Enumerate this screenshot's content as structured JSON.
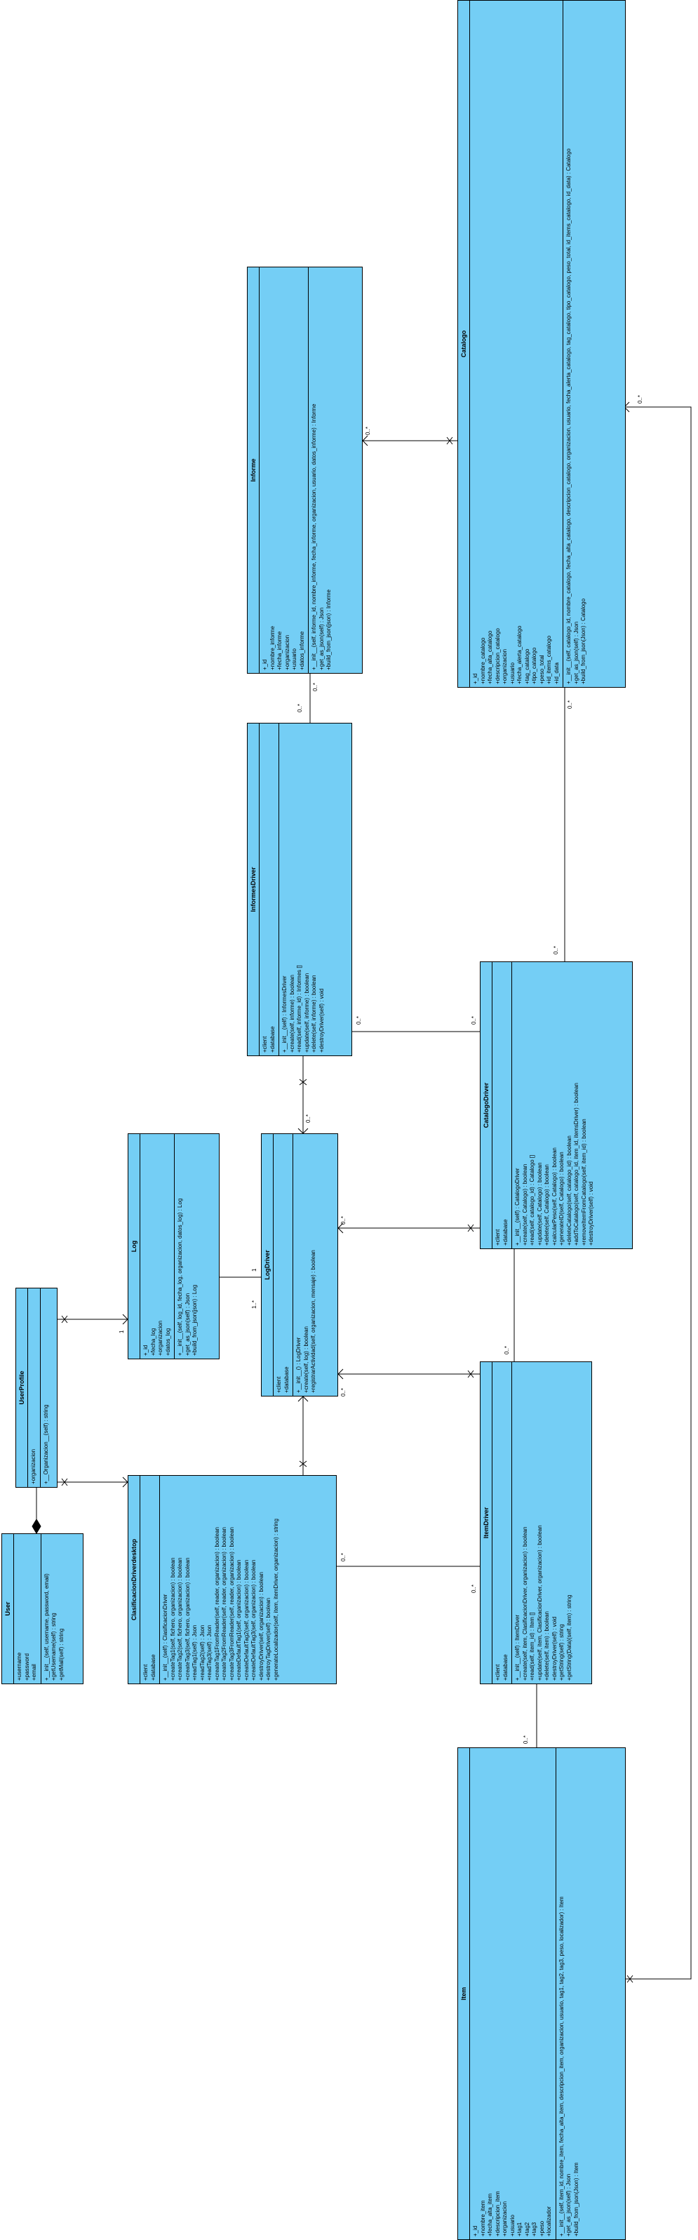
{
  "classes": {
    "catalogo": {
      "name": "Catalogo",
      "attributes": [
        "+_id",
        "+nombre_catalogo",
        "+fecha_alta_catalogo",
        "+descripcion_catalogo",
        "+organizacion",
        "+usuario",
        "+fecha_alerta_catalogo",
        "+tag_catalogo",
        "+tipo_catalogo",
        "+peso_total",
        "+id_items_catalogo",
        "+id_data"
      ],
      "methods": [
        "+__init__(self, catalogo_id, nombre_catalogo, fecha_alta_catalogo, descripcion_catalogo, organizacion, usuario, fecha_alerta_catalogo, tag_catalogo, tipo_catalogo, peso_total, id_items_catalogo, id_data) : Catalogo",
        "+get_as_json(self) : Json",
        "+build_from_json(Json) : Catalogo"
      ]
    },
    "informe": {
      "name": "Informe",
      "attributes": [
        "+_id",
        "+nombre_informe",
        "+fecha_informe",
        "+organizacion",
        "+usuario",
        "+datos_informe"
      ],
      "methods": [
        "+__init__(self, informe_id, nombre_informe, fecha_informe, organizacion, usuario, datos_informe) : Informe",
        "+get_as_json(self) : Json",
        "+build_from_json(json) : Informe"
      ]
    },
    "informesDriver": {
      "name": "InformesDriver",
      "attributes": [
        "+client",
        "+database"
      ],
      "methods": [
        "+__init__(self) : InformesDriver",
        "+create(self, informe) : boolean",
        "+read(self, informe_id) : Informes []",
        "+update(self, informe) : boolean",
        "+delete(self, informe) : boolean",
        "+destroyDriver(self) : void"
      ]
    },
    "catalogoDriver": {
      "name": "CatalogoDriver",
      "attributes": [
        "+client",
        "+database"
      ],
      "methods": [
        "+__init__(self) : CatalogoDriver",
        "+create(self, Catalogo) : boolean",
        "+read(self, catalogo_id) : Catalogo []",
        "+update(self, Catalogo) : boolean",
        "+delete(self, Catalogo) : boolean",
        "+calcularPeso(self, Catalogo) : boolean",
        "+generateID(self, Catalogo) : boolean",
        "+deleteCatalogo(self, catalogo_id) : boolean",
        "+addToCatalogo(self, catalogo_id, item_id, itemsDriver) : boolean",
        "+removeItemFromCatalogo(self, item_id) : boolean",
        "+destroyDriver(self) : void"
      ]
    },
    "log": {
      "name": "Log",
      "attributes": [
        "+_id",
        "+fecha_log",
        "+organizacion",
        "+datos_log"
      ],
      "methods": [
        "+__init__(self, log_id, fecha_log, organizacion, datos_log) : Log",
        "+get_as_json(self) : Json",
        "+build_from_json(json) : Log"
      ]
    },
    "logDriver": {
      "name": "LogDriver",
      "attributes": [
        "+client",
        "+database"
      ],
      "methods": [
        "+__init__() : LogDriver",
        "+create(self, log) : boolean",
        "+registrarActividad(self, organizacion, mensaje) : boolean"
      ]
    },
    "userProfile": {
      "name": "UserProfile",
      "attributes": [
        "+organizacion"
      ],
      "methods": [
        "+__Organizacion__(self) : string"
      ]
    },
    "user": {
      "name": "User",
      "attributes": [
        "+username",
        "+password",
        "+email"
      ],
      "methods": [
        "+__init__(self, username, password, email)",
        "+getUsername(self) : string",
        "+getMail(self) : string"
      ]
    },
    "clasificacionDriver": {
      "name": "ClasificacionDriverdesktop",
      "attributes": [
        "+client",
        "+database"
      ],
      "methods": [
        "+__init__(self) : ClasificacionDriver",
        "+createTag1(self, fichero, organizacion) : boolean",
        "+createTag2(self, fichero, organizacion) : boolean",
        "+createTag3(self, fichero, organizacion) : boolean",
        "+readTag1(self) : Json",
        "+readTag2(self) : Json",
        "+readTag3(self) : Json",
        "+createTag1FromReader(self, reader, organizacion) : boolean",
        "+createTag2FromReader(self, reader, organizacion) : boolean",
        "+createTag3FromReader(self, reader, organizacion) : boolean",
        "+createDefaultTag1(self, organizacion) : boolean",
        "+createDefaultTag2(self, organizacion) : boolean",
        "+createDefaultTag3(self, organizacion) : boolean",
        "+destroyDriver(self, organizacion) : boolean",
        "+destroyTagDriver(self) : boolean",
        "+generateLocalizador(self, item, itemDriver, organizacion) : string"
      ]
    },
    "itemDriver": {
      "name": "ItemDriver",
      "attributes": [
        "+client",
        "+database"
      ],
      "methods": [
        "+__init__(self) : ItemDriver",
        "+create(self, item, ClasificacionDriver, organizacion) : boolean",
        "+read(self, item_id) : Item []",
        "+update(self, item, ClasificacionDriver, organizacion) : boolean",
        "+delete(self, item) : boolean",
        "+destroyDriver(self) : void",
        "+getString(self) : string",
        "+getString(Data)(self, item) : string"
      ]
    },
    "item": {
      "name": "Item",
      "attributes": [
        "+_id",
        "+nombre_item",
        "+fecha_alta_item",
        "+descripcion_item",
        "+organizacion",
        "+usuario",
        "+tag1",
        "+tag2",
        "+tag3",
        "+peso",
        "+localizador"
      ],
      "methods": [
        "+__init__(self, item_id, nombre_item, fecha_alta_item, descripcion_item, organizacion, usuario, tag1, tag2, tag3, peso, localizador) : Item",
        "+get_as_json(self) : Json",
        "+build_from_json(Json) : Item"
      ]
    }
  },
  "multiplicities": {
    "m1": "0..*",
    "m2": "0..*",
    "m3": "0..*",
    "m4": "0..*",
    "m5": "0..*",
    "m6": "0..*",
    "m7": "0..*",
    "m8": "0..*",
    "m9": "0..*",
    "m10": "0..*",
    "m11": "1",
    "m12": "1..*",
    "m13": "1",
    "m14": "0..*",
    "m15": "0..*",
    "m16": "0..*",
    "m17": "0..*",
    "m18": "0..*"
  },
  "colors": {
    "class_fill": "#74cef5",
    "stroke": "#000000",
    "background": "#ffffff"
  }
}
